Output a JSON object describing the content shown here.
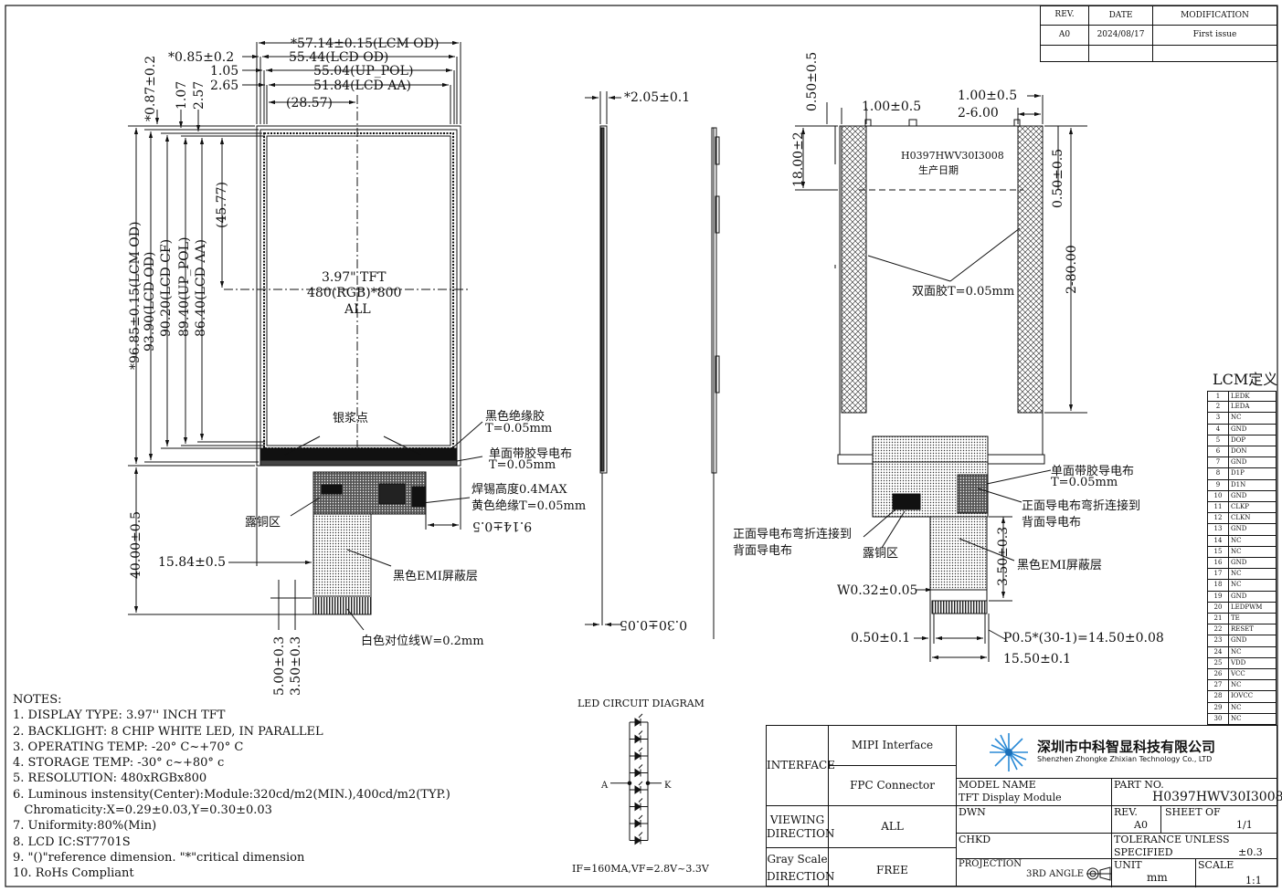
{
  "revision_table": {
    "headers": [
      "REV.",
      "DATE",
      "MODIFICATION"
    ],
    "rows": [
      [
        "A0",
        "2024/08/17",
        "First issue"
      ]
    ]
  },
  "front_view": {
    "dims_top": [
      "*57.14±0.15(LCM OD)",
      "55.44(LCD OD)",
      "55.04(UP_POL)",
      "51.84(LCD AA)",
      "(28.57)"
    ],
    "dims_top_left": [
      "*0.85±0.2",
      "1.05",
      "2.65"
    ],
    "dims_left_vertical": [
      "*0.87±0.2",
      "1.07",
      "2.57",
      "(45.77)",
      "*96.85±0.15(LCM OD)",
      "93.90(LCD OD)",
      "90.20(LCD CF)",
      "89.40(UP_POL)",
      "86.40(LCD AA)",
      "40.00±0.5",
      "5.00±0.3",
      "3.50±0.3"
    ],
    "center_text": [
      "3.97\" TFT",
      "480(RGB)*800",
      "ALL"
    ],
    "dim_15_84": "15.84±0.5",
    "dim_9_14": "9.14±0.5",
    "labels": {
      "silver": "银浆点",
      "black_glue": "黑色绝缘胶",
      "black_glue_t": "T=0.05mm",
      "single_tape": "单面带胶导电布",
      "single_tape_t": "T=0.05mm",
      "solder": "焊锡高度0.4MAX",
      "yellow": "黄色绝缘T=0.05mm",
      "copper": "露铜区",
      "emi": "黑色EMI屏蔽层",
      "white_line": "白色对位线W=0.2mm"
    }
  },
  "side_view": {
    "thickness": "*2.05±0.1",
    "fpc": "0.30±0.05"
  },
  "back_view": {
    "dims": [
      "0.50±0.5",
      "1.00±0.5",
      "1.00±0.5",
      "2-6.00",
      "18.00±2",
      "0.50±0.5",
      "2-80.00",
      "3.50±0.3",
      "W0.32±0.05",
      "0.50±0.1",
      "P0.5*(30-1)=14.50±0.08",
      "15.50±0.1"
    ],
    "marking": [
      "H0397HWV30I3008",
      "生产日期"
    ],
    "labels": {
      "double_tape": "双面胶T=0.05mm",
      "single_tape": "单面带胶导电布",
      "single_tape_t": "T=0.05mm",
      "fold_right_1": "正面导电布弯折连接到",
      "fold_right_2": "背面导电布",
      "fold_left_1": "正面导电布弯折连接到",
      "fold_left_2": "背面导电布",
      "copper": "露铜区",
      "emi": "黑色EMI屏蔽层"
    }
  },
  "lcm_pins": {
    "title": "LCM定义",
    "pins": [
      [
        "1",
        "LEDK"
      ],
      [
        "2",
        "LEDA"
      ],
      [
        "3",
        "NC"
      ],
      [
        "4",
        "GND"
      ],
      [
        "5",
        "DOP"
      ],
      [
        "6",
        "DON"
      ],
      [
        "7",
        "GND"
      ],
      [
        "8",
        "D1P"
      ],
      [
        "9",
        "D1N"
      ],
      [
        "10",
        "GND"
      ],
      [
        "11",
        "CLKP"
      ],
      [
        "12",
        "CLKN"
      ],
      [
        "13",
        "GND"
      ],
      [
        "14",
        "NC"
      ],
      [
        "15",
        "NC"
      ],
      [
        "16",
        "GND"
      ],
      [
        "17",
        "NC"
      ],
      [
        "18",
        "NC"
      ],
      [
        "19",
        "GND"
      ],
      [
        "20",
        "LEDPWM"
      ],
      [
        "21",
        "TE"
      ],
      [
        "22",
        "RESET"
      ],
      [
        "23",
        "GND"
      ],
      [
        "24",
        "NC"
      ],
      [
        "25",
        "VDD"
      ],
      [
        "26",
        "VCC"
      ],
      [
        "27",
        "NC"
      ],
      [
        "28",
        "IOVCC"
      ],
      [
        "29",
        "NC"
      ],
      [
        "30",
        "NC"
      ]
    ]
  },
  "led_circuit": {
    "title": "LED CIRCUIT DIAGRAM",
    "anode": "A",
    "cathode": "K",
    "spec": "IF=160MA,VF=2.8V~3.3V",
    "count": 8
  },
  "notes": {
    "title": "NOTES:",
    "items": [
      "1. DISPLAY TYPE: 3.97'' INCH TFT",
      "2. BACKLIGHT: 8 CHIP WHITE LED, IN PARALLEL",
      "3. OPERATING TEMP: -20° C~+70° C",
      "4. STORAGE TEMP: -30° c~+80° c",
      "5. RESOLUTION: 480xRGBx800",
      "6. Luminous instensity(Center):Module:320cd/m2(MIN.),400cd/m2(TYP.)",
      "   Chromaticity:X=0.29±0.03,Y=0.30±0.03",
      "7. Uniformity:80%(Min)",
      "8. LCD IC:ST7701S",
      "9. \"()\"reference dimension. \"*\"critical dimension",
      "10. RoHs Compliant"
    ]
  },
  "title_block": {
    "interface_label": "INTERFACE",
    "interface_1": "MIPI Interface",
    "interface_2": "FPC Connector",
    "viewing_label_1": "VIEWING",
    "viewing_label_2": "DIRECTION",
    "viewing_value": "ALL",
    "gray_label_1": "Gray Scale",
    "gray_label_2": "DIRECTION",
    "gray_value": "FREE",
    "company_cn": "深圳市中科智显科技有限公司",
    "company_en": "Shenzhen Zhongke Zhixian Technology Co., LTD",
    "model_label": "MODEL NAME",
    "model_value": "TFT Display Module",
    "part_label": "PART NO.",
    "part_value": "H0397HWV30I3008",
    "dwn_label": "DWN",
    "rev_label": "REV.",
    "rev_value": "A0",
    "sheet_label": "SHEET OF",
    "sheet_value": "1/1",
    "chkd_label": "CHKD",
    "tol_label_1": "TOLERANCE UNLESS",
    "tol_label_2": "SPECIFIED",
    "tol_value": "±0.3",
    "proj_label": "PROJECTION",
    "proj_value": "3RD ANGLE",
    "unit_label": "UNIT",
    "unit_value": "mm",
    "scale_label": "SCALE",
    "scale_value": "1:1"
  }
}
